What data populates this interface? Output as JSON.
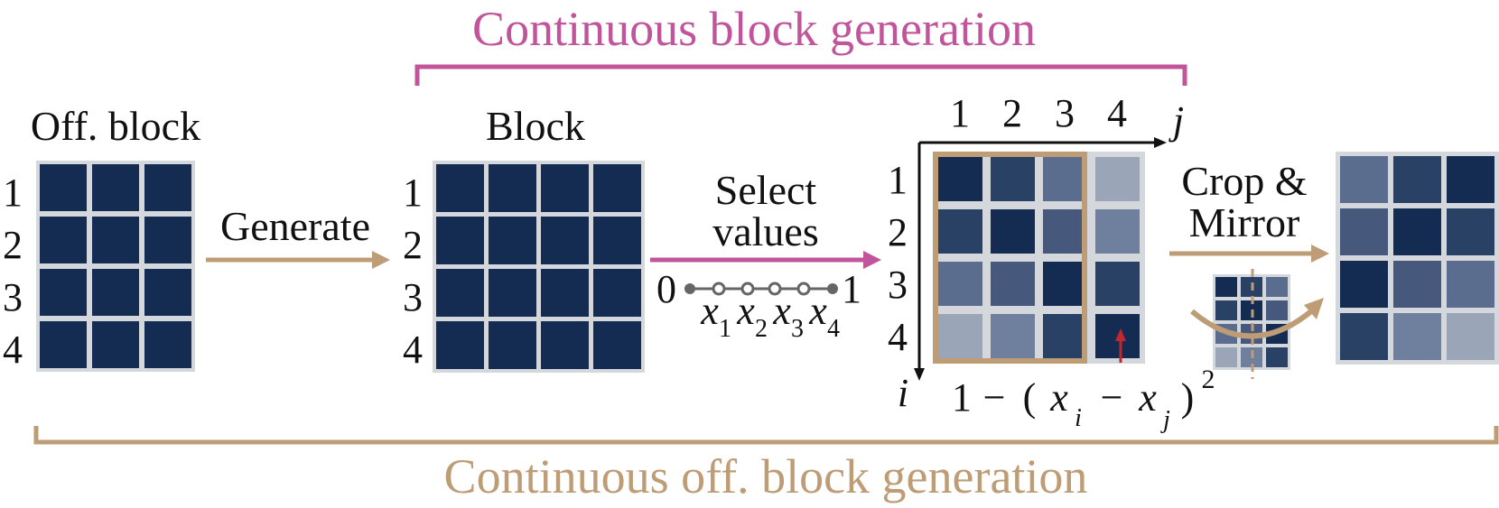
{
  "colors": {
    "navy": "#142c52",
    "grid_bg": "#d4d8dc",
    "pink": "#c1549a",
    "tan": "#bd9c76",
    "red": "#c1272d",
    "text": "#111111"
  },
  "top_label": "Continuous block generation",
  "bottom_label": "Continuous off. block generation",
  "off_block": {
    "title": "Off. block",
    "row_labels": [
      "1",
      "2",
      "3",
      "4"
    ]
  },
  "generate_label": "Generate",
  "block": {
    "title": "Block",
    "row_labels": [
      "1",
      "2",
      "3",
      "4"
    ]
  },
  "select": {
    "label_line1": "Select",
    "label_line2": "values",
    "range_start": "0",
    "range_end": "1",
    "x_labels": [
      {
        "base": "x",
        "sub": "1"
      },
      {
        "base": "x",
        "sub": "2"
      },
      {
        "base": "x",
        "sub": "3"
      },
      {
        "base": "x",
        "sub": "4"
      }
    ]
  },
  "similarity": {
    "col_labels": [
      "1",
      "2",
      "3",
      "4"
    ],
    "row_labels": [
      "1",
      "2",
      "3",
      "4"
    ],
    "col_axis": "j",
    "row_axis": "i",
    "formula": {
      "one": "1",
      "minus": "−",
      "open": "(",
      "xi_base": "x",
      "xi_sub": "i",
      "minus2": "−",
      "xj_base": "x",
      "xj_sub": "j",
      "close": ")",
      "exp": "2"
    }
  },
  "crop": {
    "label_line1": "Crop &",
    "label_line2": "Mirror"
  }
}
